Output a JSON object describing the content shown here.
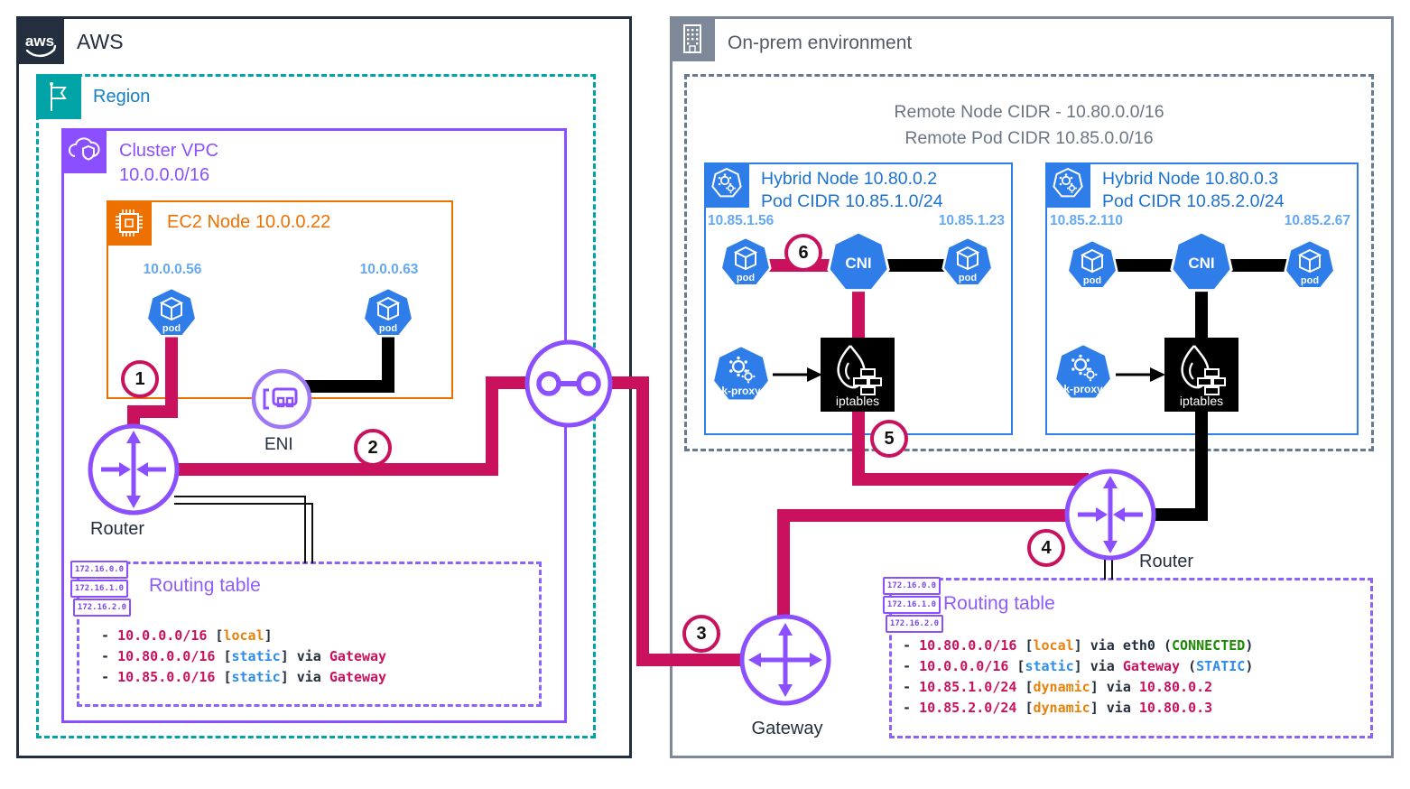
{
  "colors": {
    "pink": "#C9115E",
    "purple": "#8C4FFF",
    "teal": "#00A4A6",
    "orange": "#ED7100",
    "blue": "#2E7DE9",
    "navy": "#232F3E",
    "gray": "#7D8998",
    "region_blue": "#1580C4"
  },
  "badges": [
    "1",
    "2",
    "3",
    "4",
    "5",
    "6"
  ],
  "aws": {
    "logo_text": "aws",
    "title": "AWS",
    "region": {
      "label": "Region"
    },
    "vpc": {
      "title": "Cluster VPC",
      "cidr": "10.0.0.0/16"
    },
    "ec2_node": {
      "title": "EC2 Node 10.0.0.22",
      "pod_left_ip": "10.0.0.56",
      "pod_right_ip": "10.0.0.63",
      "pod_label": "pod",
      "eni_label": "ENI"
    },
    "router_label": "Router",
    "routing_table": {
      "title": "Routing table",
      "stack_ips": [
        "172.16.0.0",
        "172.16.1.0",
        "172.16.2.0"
      ],
      "rows": [
        [
          [
            "- ",
            "dark"
          ],
          [
            "10.0.0.0/16",
            "pink"
          ],
          [
            " [",
            "dark"
          ],
          [
            "local",
            "orange"
          ],
          [
            "]",
            "dark"
          ]
        ],
        [
          [
            "- ",
            "dark"
          ],
          [
            "10.80.0.0/16",
            "pink"
          ],
          [
            " [",
            "dark"
          ],
          [
            "static",
            "blue"
          ],
          [
            "] ",
            "dark"
          ],
          [
            "via ",
            "dark"
          ],
          [
            "Gateway",
            "pink"
          ]
        ],
        [
          [
            "- ",
            "dark"
          ],
          [
            "10.85.0.0/16",
            "pink"
          ],
          [
            " [",
            "dark"
          ],
          [
            "static",
            "blue"
          ],
          [
            "] ",
            "dark"
          ],
          [
            "via ",
            "dark"
          ],
          [
            "Gateway",
            "pink"
          ]
        ]
      ]
    }
  },
  "onprem": {
    "title": "On-prem environment",
    "remote_cidr_line1": "Remote Node CIDR - 10.80.0.0/16",
    "remote_cidr_line2": "Remote Pod CIDR 10.85.0.0/16",
    "node1": {
      "title_line1": "Hybrid Node 10.80.0.2",
      "title_line2": "Pod CIDR 10.85.1.0/24",
      "pod_left_ip": "10.85.1.56",
      "pod_right_ip": "10.85.1.23",
      "pod_label": "pod",
      "cni_label": "CNI",
      "kproxy_label": "k-proxy",
      "iptables_label": "iptables"
    },
    "node2": {
      "title_line1": "Hybrid Node 10.80.0.3",
      "title_line2": "Pod CIDR 10.85.2.0/24",
      "pod_left_ip": "10.85.2.110",
      "pod_right_ip": "10.85.2.67",
      "pod_label": "pod",
      "cni_label": "CNI",
      "kproxy_label": "k-proxy",
      "iptables_label": "iptables"
    },
    "gateway_label": "Gateway",
    "router_label": "Router",
    "routing_table": {
      "title": "Routing table",
      "stack_ips": [
        "172.16.0.0",
        "172.16.1.0",
        "172.16.2.0"
      ],
      "rows": [
        [
          [
            "- ",
            "dark"
          ],
          [
            "10.80.0.0/16",
            "pink"
          ],
          [
            " [",
            "dark"
          ],
          [
            "local",
            "orange"
          ],
          [
            "] ",
            "dark"
          ],
          [
            "via eth0 (",
            "dark"
          ],
          [
            "CONNECTED",
            "green"
          ],
          [
            ")",
            "dark"
          ]
        ],
        [
          [
            "- ",
            "dark"
          ],
          [
            "10.0.0.0/16",
            "pink"
          ],
          [
            " [",
            "dark"
          ],
          [
            "static",
            "blue"
          ],
          [
            "] ",
            "dark"
          ],
          [
            "via ",
            "dark"
          ],
          [
            "Gateway",
            "pink"
          ],
          [
            " (",
            "dark"
          ],
          [
            "STATIC",
            "blue"
          ],
          [
            ")",
            "dark"
          ]
        ],
        [
          [
            "- ",
            "dark"
          ],
          [
            "10.85.1.0/24",
            "pink"
          ],
          [
            " [",
            "dark"
          ],
          [
            "dynamic",
            "orange"
          ],
          [
            "] ",
            "dark"
          ],
          [
            "via ",
            "dark"
          ],
          [
            "10.80.0.2",
            "pink"
          ]
        ],
        [
          [
            "- ",
            "dark"
          ],
          [
            "10.85.2.0/24",
            "pink"
          ],
          [
            " [",
            "dark"
          ],
          [
            "dynamic",
            "orange"
          ],
          [
            "] ",
            "dark"
          ],
          [
            "via ",
            "dark"
          ],
          [
            "10.80.0.3",
            "pink"
          ]
        ]
      ]
    }
  }
}
